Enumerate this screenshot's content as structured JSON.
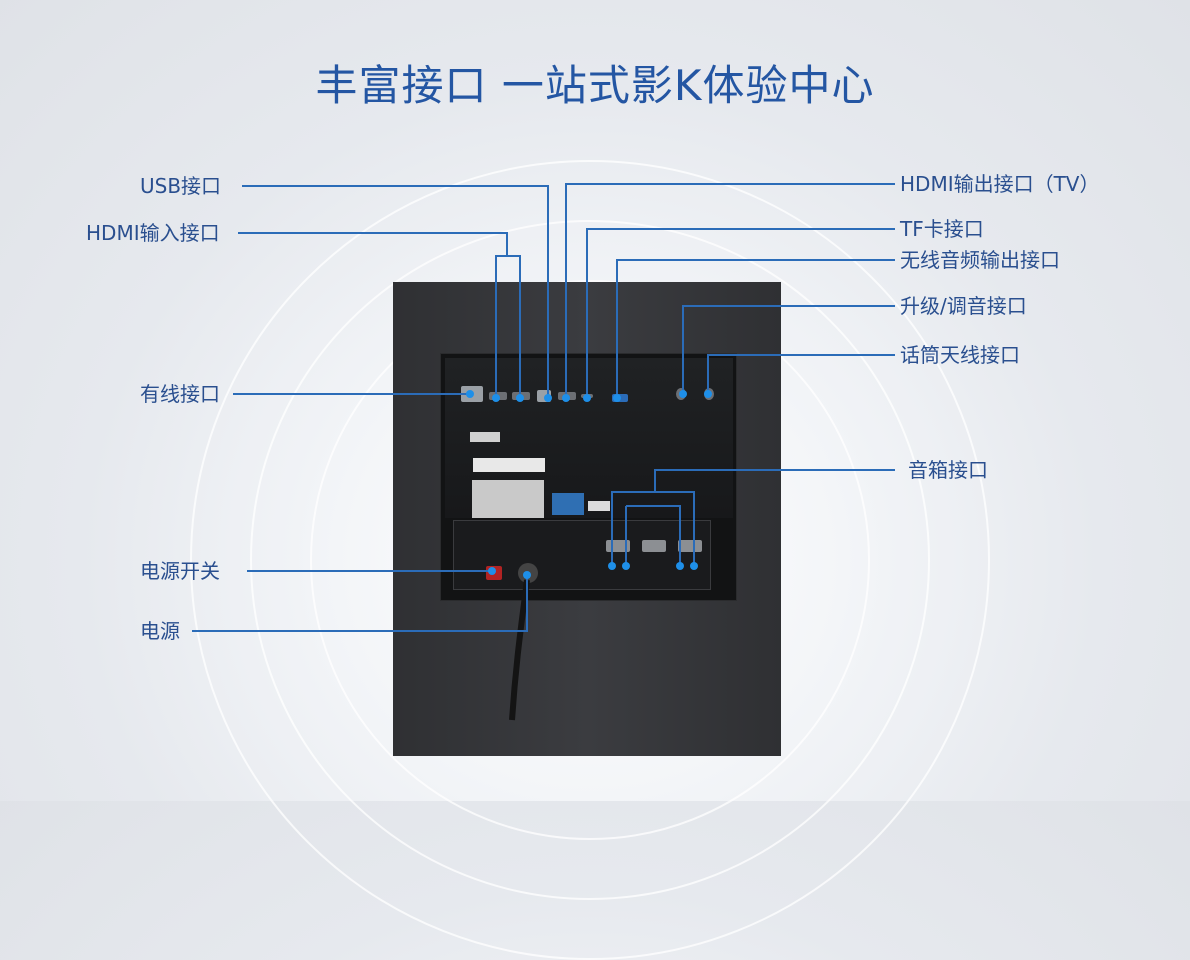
{
  "title": "丰富接口 一站式影K体验中心",
  "labels_left": {
    "usb": "USB接口",
    "hdmi_in": "HDMI输入接口",
    "lan": "有线接口",
    "power_switch": "电源开关",
    "power": "电源"
  },
  "labels_right": {
    "hdmi_out": "HDMI输出接口（TV）",
    "tf": "TF卡接口",
    "wireless_out": "无线音频输出接口",
    "upgrade": "升级/调音接口",
    "mic_antenna": "话筒天线接口",
    "speaker": "音箱接口"
  },
  "colors": {
    "title": "#2456a3",
    "label": "#2a4f8f",
    "leader": "#2b6cb8",
    "dot": "#1e8fe8"
  }
}
